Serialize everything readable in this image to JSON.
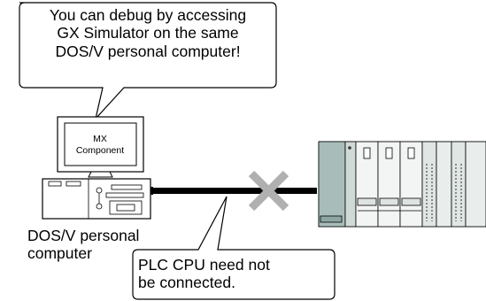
{
  "callout_top": {
    "lines": [
      "You can debug by accessing",
      "GX Simulator on the same",
      "DOS/V personal computer!"
    ]
  },
  "monitor": {
    "lines": [
      "MX",
      "Component"
    ]
  },
  "pc_caption": {
    "lines": [
      "DOS/V personal",
      "computer"
    ]
  },
  "callout_bottom": {
    "lines": [
      "PLC CPU need not",
      "be connected."
    ]
  },
  "colors": {
    "cable": "#000000",
    "cross": "#b0b0b0",
    "plc_body": "#e6ebe9",
    "cpu_module": "#a8bdba",
    "outline": "#000000"
  },
  "icons": [
    "pc-icon",
    "plc-rack-icon",
    "cross-mark-icon"
  ]
}
